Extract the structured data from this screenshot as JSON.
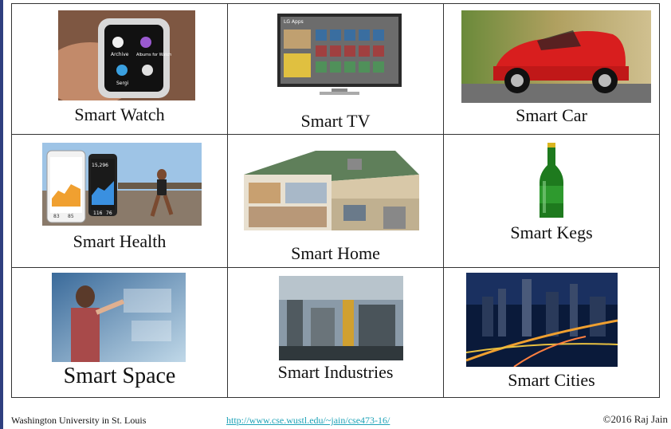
{
  "cells": [
    {
      "label": "Smart Watch"
    },
    {
      "label": "Smart TV"
    },
    {
      "label": "Smart Car"
    },
    {
      "label": "Smart Health"
    },
    {
      "label": "Smart Home"
    },
    {
      "label": "Smart Kegs"
    },
    {
      "label": "Smart Space"
    },
    {
      "label": "Smart Industries"
    },
    {
      "label": "Smart Cities"
    }
  ],
  "watch_screen": {
    "item1": "Archive",
    "item2": "Albums for Watch",
    "item3": "Sergi"
  },
  "tv_screen": {
    "title": "LG Apps"
  },
  "health_screen": {
    "steps": "15,296",
    "stat_a": "83",
    "stat_b": "85",
    "stat_c": "116",
    "stat_d": "76"
  },
  "footer": {
    "left": "Washington University in St. Louis",
    "link": "http://www.cse.wustl.edu/~jain/cse473-16/",
    "right": "©2016 Raj Jain"
  },
  "colors": {
    "left_bar": "#2f3f7f",
    "link": "#1fa3b8",
    "border": "#333333"
  }
}
